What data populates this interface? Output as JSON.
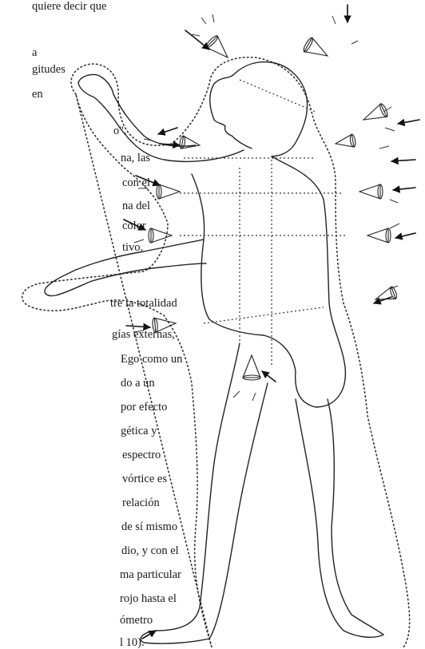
{
  "text_lines": [
    "quiere decir que",
    "a",
    "gitudes",
    "en",
    "o\".",
    "na, las",
    "con el",
    "na del",
    "color",
    "tivo.",
    "tre la totalidad",
    "gías externas,",
    "Ego como un",
    "do a un",
    "por efecto",
    "gética y",
    "espectro",
    "vórtice es",
    "relación",
    "de sí mismo",
    "dio, y con el",
    "ma particular",
    "rojo hasta el",
    "ómetro",
    "l 10)."
  ],
  "figure": {
    "subject": "human-figure-with-energy-vortices",
    "vortex_count": 12,
    "arrow_count": 14
  }
}
